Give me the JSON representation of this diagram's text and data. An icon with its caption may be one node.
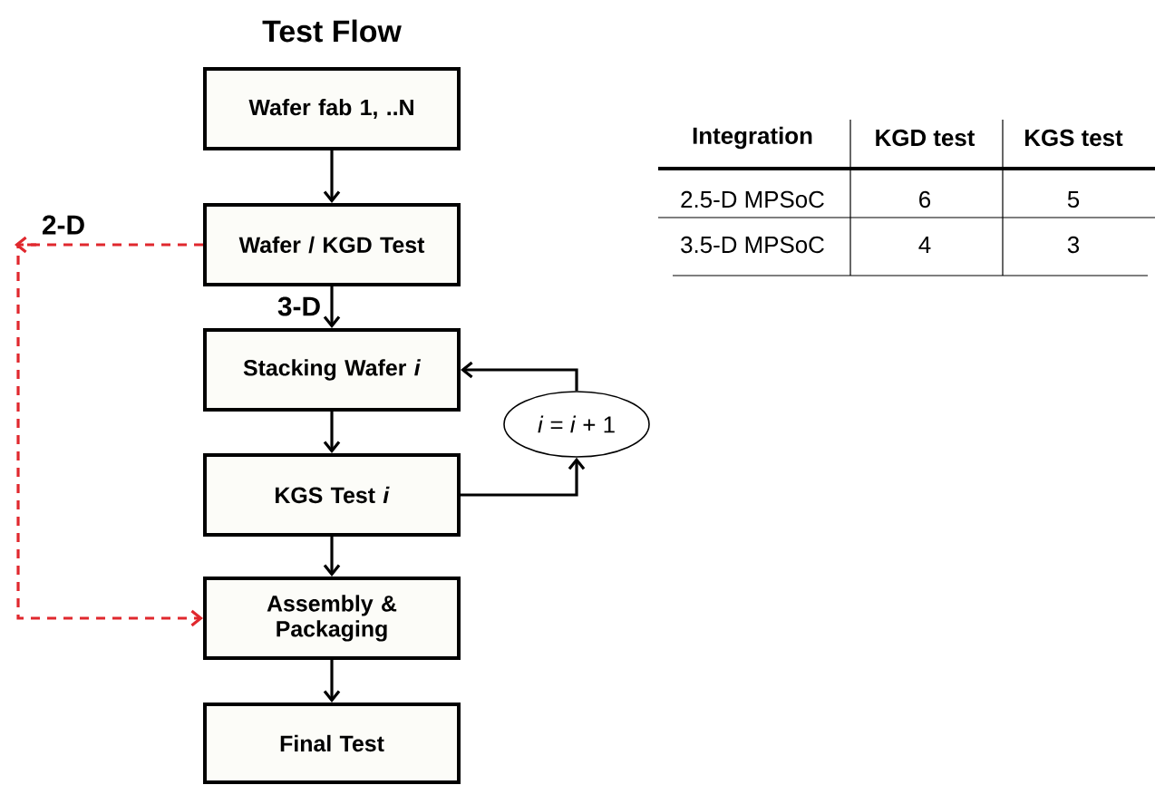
{
  "diagram": {
    "title": "Test Flow",
    "nodes": [
      {
        "text": [
          "Wafer fab 1, ..N"
        ]
      },
      {
        "text": [
          "Wafer / KGD Test"
        ]
      },
      {
        "text": [
          "Stacking Wafer *i*"
        ]
      },
      {
        "text": [
          "KGS Test *i*"
        ]
      },
      {
        "text": [
          "Assembly & Packaging"
        ]
      },
      {
        "text": [
          "Final Test"
        ]
      },
      {
        "text": [
          "*i* = *i* + 1"
        ]
      }
    ],
    "edges": [
      {
        "from": 0,
        "to": 1,
        "arrow": "to"
      },
      {
        "from": 1,
        "to": 2,
        "arrow": "to",
        "label": "3-D"
      },
      {
        "from": 2,
        "to": 3,
        "arrow": "to"
      },
      {
        "from": 3,
        "to": 4,
        "arrow": "to"
      },
      {
        "from": 4,
        "to": 5,
        "arrow": "to"
      },
      {
        "from": 3,
        "to": 6,
        "arrow": "to"
      },
      {
        "from": 6,
        "to": 2,
        "arrow": "to"
      },
      {
        "from": 1,
        "to": 4,
        "arrow": "to",
        "label": "2-D",
        "style": "dashed",
        "color": "#e0282e"
      }
    ],
    "labels": [
      "Integration",
      "KGD test",
      "KGS test",
      "2.5-D MPSoC",
      "6",
      "5",
      "3.5-D MPSoC",
      "4",
      "3"
    ]
  }
}
